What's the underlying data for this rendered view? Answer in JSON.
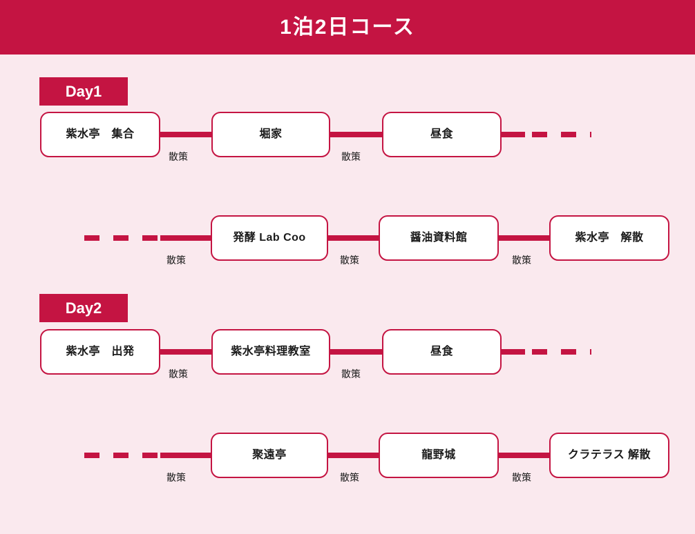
{
  "header": {
    "title": "1泊2日コース",
    "bg_color": "#c41442",
    "text_color": "#ffffff"
  },
  "theme": {
    "page_background": "#fae9ee",
    "accent": "#c41442",
    "node_background": "#ffffff",
    "text_color": "#1a1a1a"
  },
  "days": [
    {
      "id": "day1",
      "label": "Day1"
    },
    {
      "id": "day2",
      "label": "Day2"
    }
  ],
  "rows": [
    {
      "id": "day1-row1",
      "day": "Day1",
      "nodes": [
        {
          "label": "紫水亭　集合"
        },
        {
          "label": "堀家"
        },
        {
          "label": "昼食"
        }
      ],
      "connector_labels": [
        "散策",
        "散策"
      ],
      "continues_right": true,
      "continues_left": false
    },
    {
      "id": "day1-row2",
      "day": "Day1",
      "nodes": [
        {
          "label": "発酵 Lab Coo"
        },
        {
          "label": "醤油資料館"
        },
        {
          "label": "紫水亭　解散"
        }
      ],
      "connector_labels": [
        "散策",
        "散策",
        "散策"
      ],
      "continues_right": false,
      "continues_left": true
    },
    {
      "id": "day2-row1",
      "day": "Day2",
      "nodes": [
        {
          "label": "紫水亭　出発"
        },
        {
          "label": "紫水亭料理教室"
        },
        {
          "label": "昼食"
        }
      ],
      "connector_labels": [
        "散策",
        "散策"
      ],
      "continues_right": true,
      "continues_left": false
    },
    {
      "id": "day2-row2",
      "day": "Day2",
      "nodes": [
        {
          "label": "聚遠亭"
        },
        {
          "label": "龍野城"
        },
        {
          "label": "クラテラス 解散"
        }
      ],
      "connector_labels": [
        "散策",
        "散策",
        "散策"
      ],
      "continues_right": false,
      "continues_left": true
    }
  ]
}
